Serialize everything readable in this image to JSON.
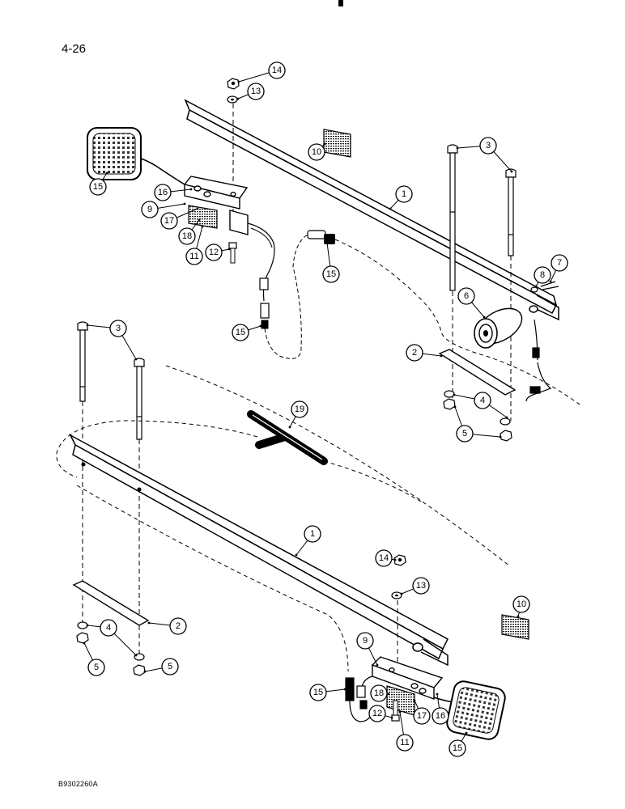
{
  "page": {
    "number": "4-26",
    "ref_code": "B9302260A"
  },
  "callouts": [
    {
      "id": "c14a",
      "label": "14"
    },
    {
      "id": "c13a",
      "label": "13"
    },
    {
      "id": "c10a",
      "label": "10"
    },
    {
      "id": "c3a",
      "label": "3"
    },
    {
      "id": "c15a",
      "label": "15"
    },
    {
      "id": "c16a",
      "label": "16"
    },
    {
      "id": "c9a",
      "label": "9"
    },
    {
      "id": "c17a",
      "label": "17"
    },
    {
      "id": "c18a",
      "label": "18"
    },
    {
      "id": "c11a",
      "label": "11"
    },
    {
      "id": "c12a",
      "label": "12"
    },
    {
      "id": "c1a",
      "label": "1"
    },
    {
      "id": "c15b",
      "label": "15"
    },
    {
      "id": "c7a",
      "label": "7"
    },
    {
      "id": "c8a",
      "label": "8"
    },
    {
      "id": "c6a",
      "label": "6"
    },
    {
      "id": "c15c",
      "label": "15"
    },
    {
      "id": "c3b",
      "label": "3"
    },
    {
      "id": "c2a",
      "label": "2"
    },
    {
      "id": "c4a",
      "label": "4"
    },
    {
      "id": "c5a",
      "label": "5"
    },
    {
      "id": "c19a",
      "label": "19"
    },
    {
      "id": "c1b",
      "label": "1"
    },
    {
      "id": "c14b",
      "label": "14"
    },
    {
      "id": "c13b",
      "label": "13"
    },
    {
      "id": "c10b",
      "label": "10"
    },
    {
      "id": "c2b",
      "label": "2"
    },
    {
      "id": "c4b",
      "label": "4"
    },
    {
      "id": "c5b",
      "label": "5"
    },
    {
      "id": "c5c",
      "label": "5"
    },
    {
      "id": "c9b",
      "label": "9"
    },
    {
      "id": "c15d",
      "label": "15"
    },
    {
      "id": "c18b",
      "label": "18"
    },
    {
      "id": "c12b",
      "label": "12"
    },
    {
      "id": "c17b",
      "label": "17"
    },
    {
      "id": "c16b",
      "label": "16"
    },
    {
      "id": "c11b",
      "label": "11"
    },
    {
      "id": "c15e",
      "label": "15"
    }
  ]
}
